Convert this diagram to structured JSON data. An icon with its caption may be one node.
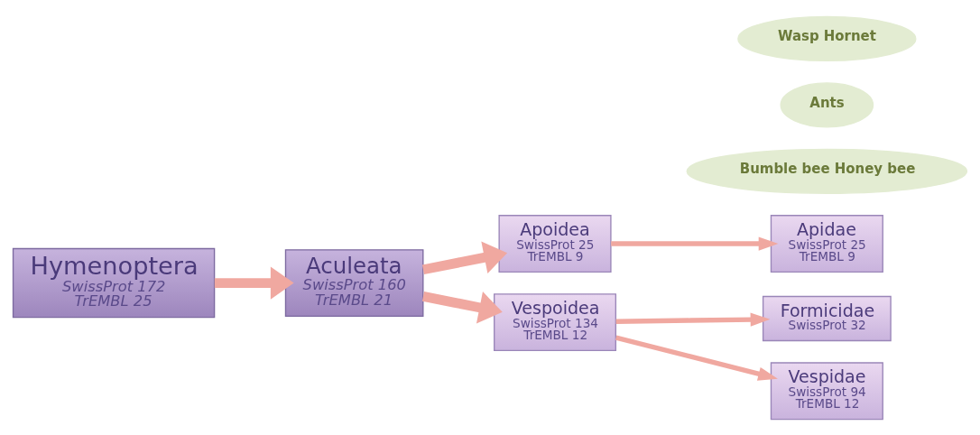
{
  "diagram": {
    "nodes": [
      {
        "text": [
          "Hymenoptera",
          "SwissProt 172",
          "TrEMBL 25"
        ]
      },
      {
        "text": [
          "Aculeata",
          "SwissProt 160",
          "TrEMBL 21"
        ]
      },
      {
        "text": [
          "Apoidea",
          "SwissProt 25",
          "TrEMBL 9"
        ]
      },
      {
        "text": [
          "Vespoidea",
          "SwissProt 134",
          "TrEMBL 12"
        ]
      },
      {
        "text": [
          "Apidae",
          "SwissProt 25",
          "TrEMBL 9"
        ]
      },
      {
        "text": [
          "Formicidae",
          "SwissProt 32"
        ]
      },
      {
        "text": [
          "Vespidae",
          "SwissProt 94",
          "TrEMBL 12"
        ]
      },
      {
        "text": [
          "Bumble bee Honey bee"
        ]
      },
      {
        "text": [
          "Ants"
        ]
      },
      {
        "text": [
          "Wasp Hornet"
        ]
      }
    ],
    "edges": [
      {
        "from": 0,
        "to": 1,
        "arrow": "to",
        "style": "thick"
      },
      {
        "from": 1,
        "to": 2,
        "arrow": "to",
        "style": "thick"
      },
      {
        "from": 1,
        "to": 3,
        "arrow": "to",
        "style": "thick"
      },
      {
        "from": 2,
        "to": 4,
        "arrow": "to"
      },
      {
        "from": 3,
        "to": 5,
        "arrow": "to"
      },
      {
        "from": 3,
        "to": 6,
        "arrow": "to"
      }
    ]
  }
}
